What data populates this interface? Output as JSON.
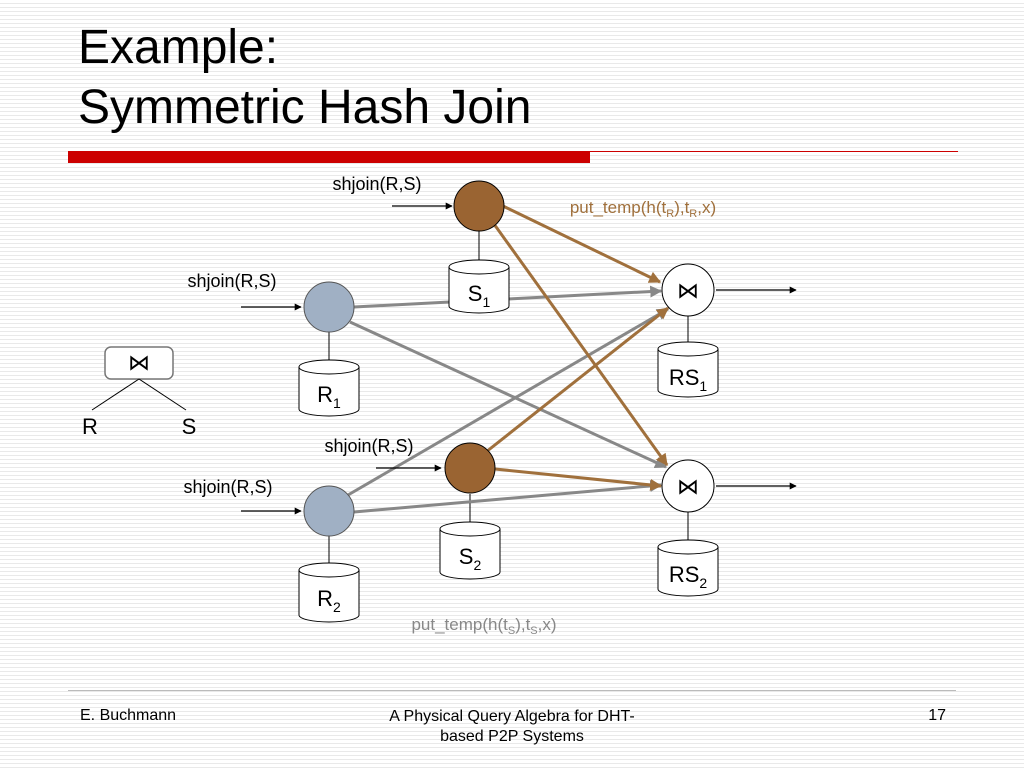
{
  "slide": {
    "title_line1": "Example:",
    "title_line2": "Symmetric Hash Join",
    "accent_color": "#cc0000"
  },
  "diagram": {
    "call_label": "shjoin(R,S)",
    "join_symbol": "⋈",
    "plan": {
      "left": "R",
      "right": "S"
    },
    "r_nodes": [
      {
        "label": "R",
        "sub": "1"
      },
      {
        "label": "R",
        "sub": "2"
      }
    ],
    "s_nodes": [
      {
        "label": "S",
        "sub": "1"
      },
      {
        "label": "S",
        "sub": "2"
      }
    ],
    "rs_nodes": [
      {
        "label": "RS",
        "sub": "1"
      },
      {
        "label": "RS",
        "sub": "2"
      }
    ],
    "put_temp_r": {
      "pre": "put_temp(h(t",
      "sub1": "R",
      "mid": "),t",
      "sub2": "R",
      "post": ",x)"
    },
    "put_temp_s": {
      "pre": "put_temp(h(t",
      "sub1": "S",
      "mid": "),t",
      "sub2": "S",
      "post": ",x)"
    },
    "colors": {
      "r_peer": "#a0b0c4",
      "s_peer": "#9a6432",
      "r_edge": "#888888",
      "s_edge": "#a0703c",
      "put_temp_r_text": "#a0703c",
      "put_temp_s_text": "#888888"
    }
  },
  "footer": {
    "author": "E. Buchmann",
    "title_line1": "A Physical Query Algebra for DHT-",
    "title_line2": "based P2P Systems",
    "page": "17"
  }
}
